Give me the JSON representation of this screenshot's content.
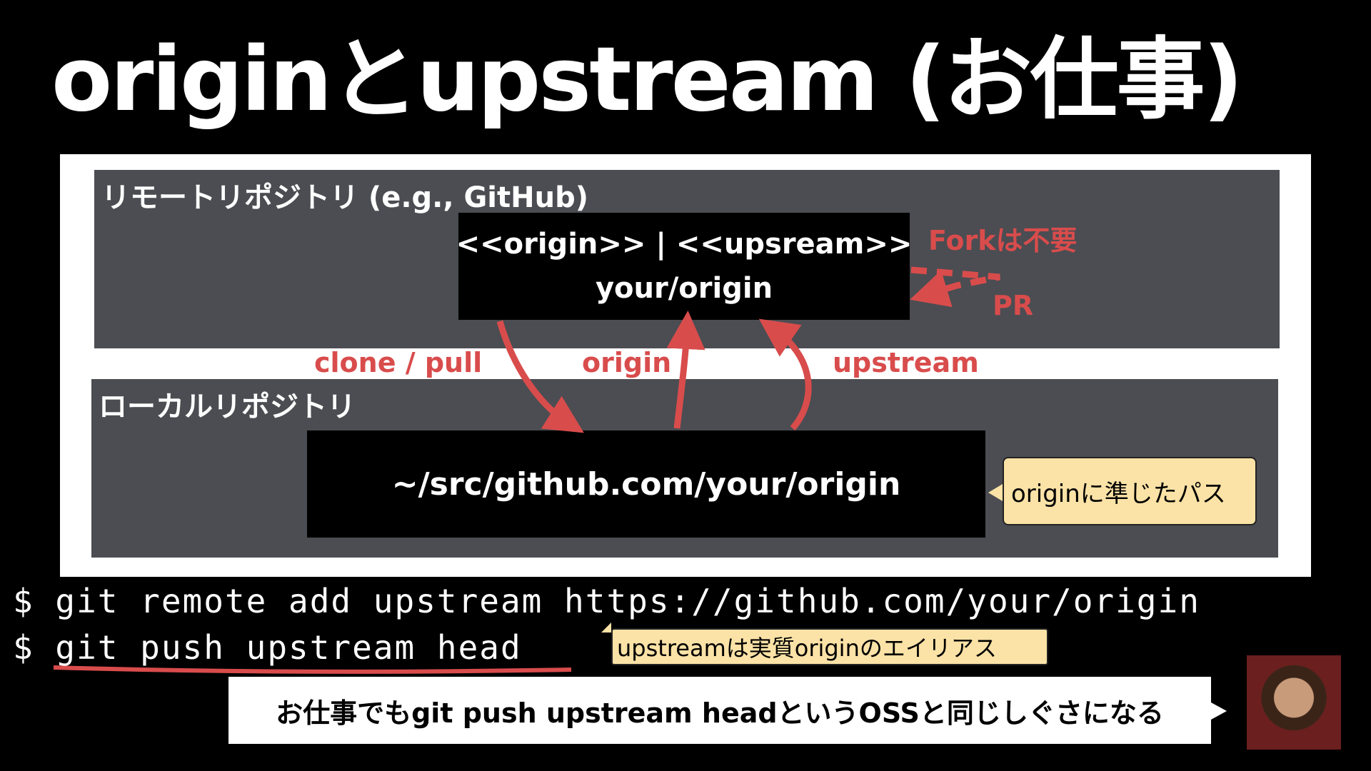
{
  "title": "originとupstream (お仕事)",
  "remote_panel": {
    "label": "リモートリポジトリ (e.g., GitHub)",
    "repo_line1": "<<origin>> | <<upsream>>",
    "repo_line2": "your/origin"
  },
  "local_panel": {
    "label": "ローカルリポジトリ",
    "repo_path": "~/src/github.com/your/origin"
  },
  "annotations": {
    "fork": "Forkは不要",
    "pr": "PR",
    "clone_pull": "clone / pull",
    "origin": "origin",
    "upstream": "upstream",
    "path_note": "originに準じたパス",
    "alias_note": "upstreamは実質originのエイリアス"
  },
  "commands": [
    "$ git remote add upstream https://github.com/your/origin",
    "$ git push upstream head"
  ],
  "speech": "お仕事でもgit push upstream headというOSSと同じしぐさになる",
  "colors": {
    "accent_red": "#d94c4c",
    "panel_gray": "#4b4d52",
    "note_yellow": "#fbe2a6"
  }
}
